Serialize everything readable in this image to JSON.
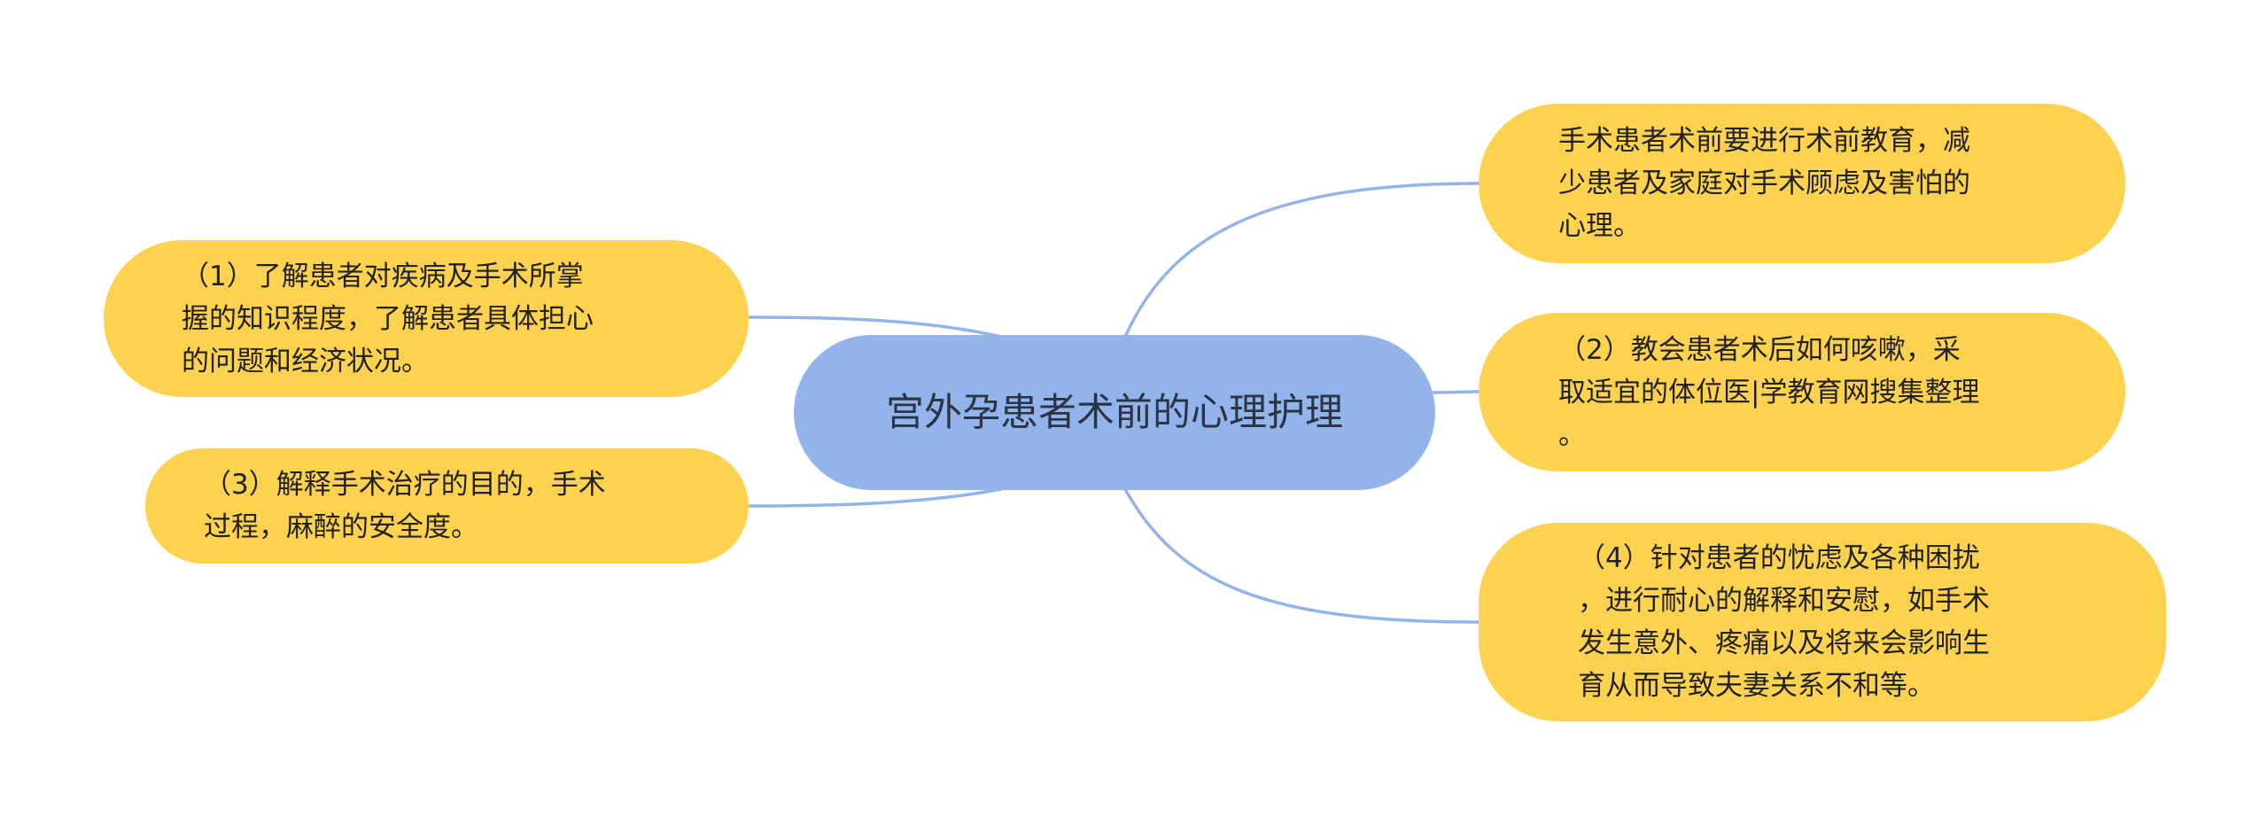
{
  "colors": {
    "center_fill": "#93b4ea",
    "leaf_fill": "#fdd24f",
    "connector": "#93b4ea"
  },
  "mindmap": {
    "center": {
      "label": "宫外孕患者术前的心理护理"
    },
    "right": [
      {
        "label": "手术患者术前要进行术前教育，减\n少患者及家庭对手术顾虑及害怕的\n心理。"
      },
      {
        "label": "（2）教会患者术后如何咳嗽，采\n取适宜的体位医|学教育网搜集整理\n。"
      },
      {
        "label": "（4）针对患者的忧虑及各种困扰\n，进行耐心的解释和安慰，如手术\n发生意外、疼痛以及将来会影响生\n育从而导致夫妻关系不和等。"
      }
    ],
    "left": [
      {
        "label": "（1）了解患者对疾病及手术所掌\n握的知识程度，了解患者具体担心\n的问题和经济状况。"
      },
      {
        "label": "（3）解释手术治疗的目的，手术\n过程，麻醉的安全度。"
      }
    ]
  }
}
